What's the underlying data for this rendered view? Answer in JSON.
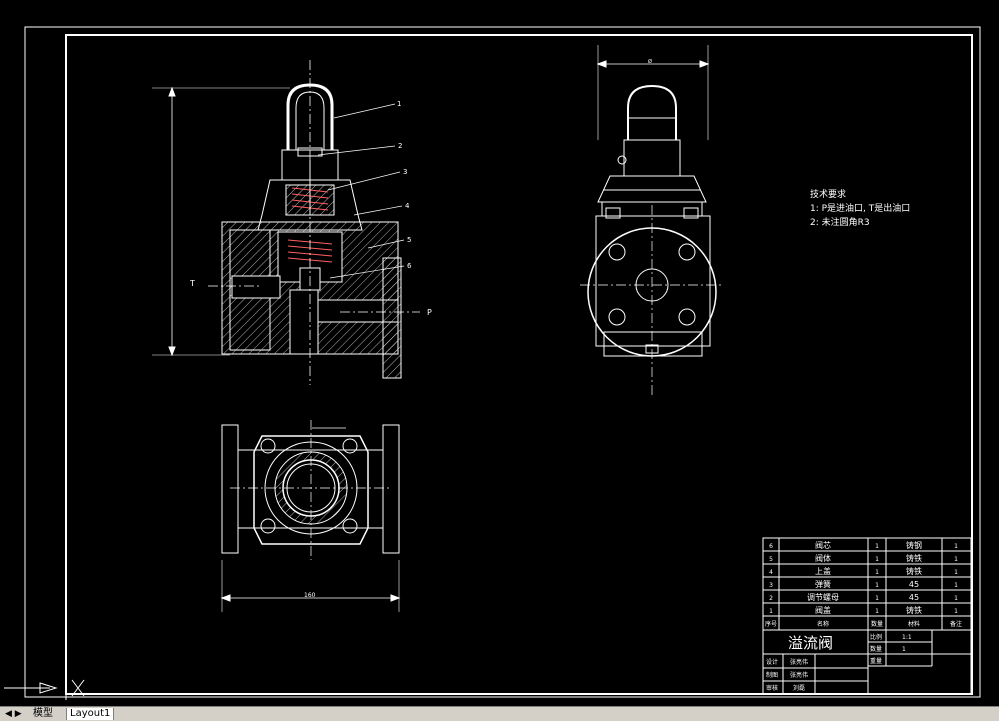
{
  "drawing": {
    "title": "溢流阀",
    "tech_req_heading": "技术要求",
    "tech_req_1": "1: P是进油口, T是出油口",
    "tech_req_2": "2: 未注圆角R3",
    "port_T": "T",
    "port_P": "P",
    "dim_top_view": "160",
    "balloons": [
      "1",
      "2",
      "3",
      "4",
      "5",
      "6"
    ]
  },
  "bom": {
    "rows": [
      {
        "no": "6",
        "name": "阀芯",
        "qty": "1",
        "material": "铸钢",
        "note": "1"
      },
      {
        "no": "5",
        "name": "阀体",
        "qty": "1",
        "material": "铸铁",
        "note": "1"
      },
      {
        "no": "4",
        "name": "上盖",
        "qty": "1",
        "material": "铸铁",
        "note": "1"
      },
      {
        "no": "3",
        "name": "弹簧",
        "qty": "1",
        "material": "45",
        "note": "1"
      },
      {
        "no": "2",
        "name": "调节螺母",
        "qty": "1",
        "material": "45",
        "note": "1"
      },
      {
        "no": "1",
        "name": "阀盖",
        "qty": "1",
        "material": "铸铁",
        "note": "1"
      }
    ],
    "header": {
      "no": "序号",
      "name": "名称",
      "qty": "数量",
      "material": "材料",
      "note": "备注"
    }
  },
  "title_block": {
    "scale_label": "比例",
    "scale_value": "1:1",
    "qty_label": "数量",
    "qty_value": "1",
    "weight_label": "重量",
    "designer_label": "设计",
    "designer_name": "张亮伟",
    "drawer_label": "制图",
    "drawer_name": "张亮伟",
    "reviewer_label": "审核",
    "reviewer_name": "刘磊"
  },
  "tabs": {
    "nav": "◀ ▶",
    "model": "模型",
    "layout1": "Layout1"
  }
}
